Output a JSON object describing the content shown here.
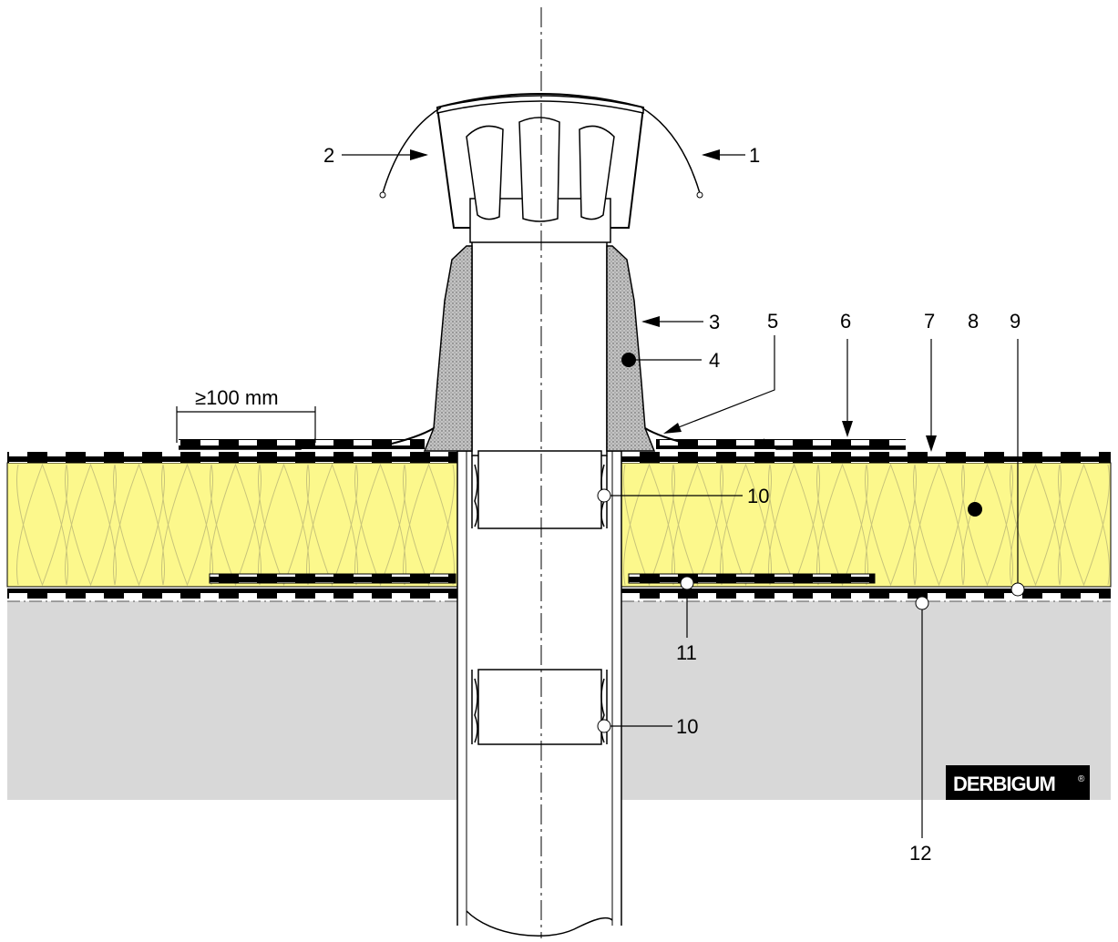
{
  "dimension": {
    "text": "≥100 mm"
  },
  "callouts": [
    {
      "id": "1",
      "text": "1"
    },
    {
      "id": "2",
      "text": "2"
    },
    {
      "id": "3",
      "text": "3"
    },
    {
      "id": "4",
      "text": "4"
    },
    {
      "id": "5",
      "text": "5"
    },
    {
      "id": "6",
      "text": "6"
    },
    {
      "id": "7",
      "text": "7"
    },
    {
      "id": "8",
      "text": "8"
    },
    {
      "id": "9",
      "text": "9"
    },
    {
      "id": "10a",
      "text": "10"
    },
    {
      "id": "10b",
      "text": "10"
    },
    {
      "id": "11",
      "text": "11"
    },
    {
      "id": "12",
      "text": "12"
    }
  ],
  "brand": {
    "name": "DERBIGUM",
    "mark": "®"
  },
  "colors": {
    "insulation": "#fcf88c",
    "concrete": "#d8d8d8",
    "membrane": "#000000",
    "brand_bg": "#000000",
    "seal_fill": "#bdbdbd"
  }
}
